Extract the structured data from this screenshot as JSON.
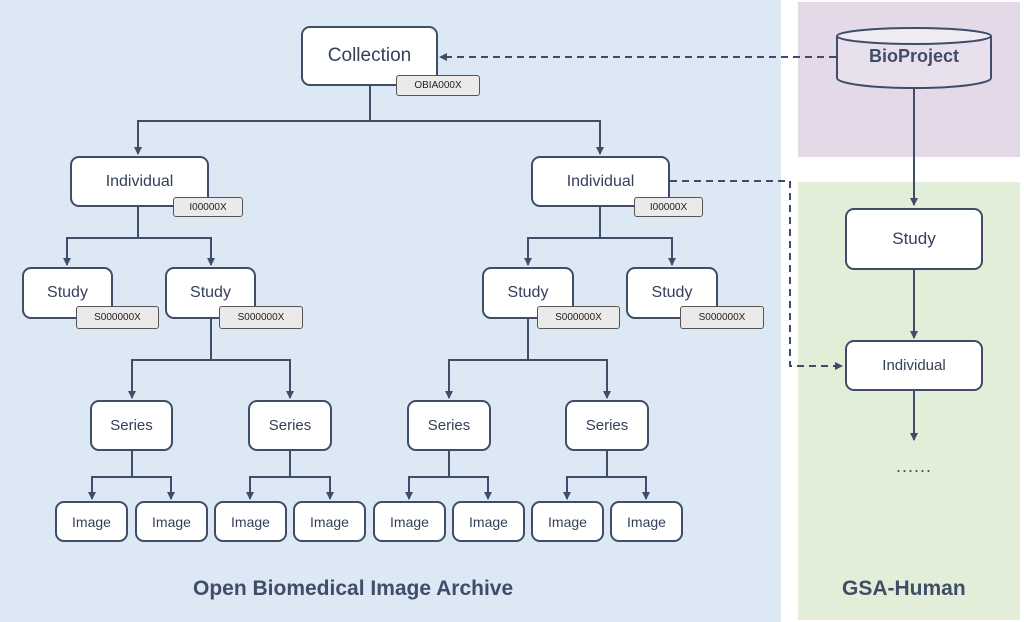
{
  "panels": {
    "archive_title": "Open Biomedical Image Archive",
    "gsa_title": "GSA-Human"
  },
  "bioproject": {
    "label": "BioProject"
  },
  "tree": {
    "collection": {
      "label": "Collection",
      "id": "OBIA000X"
    },
    "left": {
      "individual": {
        "label": "Individual",
        "id": "I00000X"
      },
      "study_1": {
        "label": "Study",
        "id": "S000000X"
      },
      "study_2": {
        "label": "Study",
        "id": "S000000X"
      },
      "series_1": {
        "label": "Series"
      },
      "series_2": {
        "label": "Series"
      },
      "images": [
        "Image",
        "Image",
        "Image",
        "Image"
      ]
    },
    "right": {
      "individual": {
        "label": "Individual",
        "id": "I00000X"
      },
      "study_1": {
        "label": "Study",
        "id": "S000000X"
      },
      "study_2": {
        "label": "Study",
        "id": "S000000X"
      },
      "series_1": {
        "label": "Series"
      },
      "series_2": {
        "label": "Series"
      },
      "images": [
        "Image",
        "Image",
        "Image",
        "Image"
      ]
    }
  },
  "gsa": {
    "study": {
      "label": "Study"
    },
    "individual": {
      "label": "Individual"
    },
    "continuation": "......"
  },
  "colors": {
    "archive_bg": "#dce8f4",
    "bioproject_bg": "#e4d9e9",
    "gsa_bg": "#e3eed8",
    "line": "#3f4d68"
  }
}
